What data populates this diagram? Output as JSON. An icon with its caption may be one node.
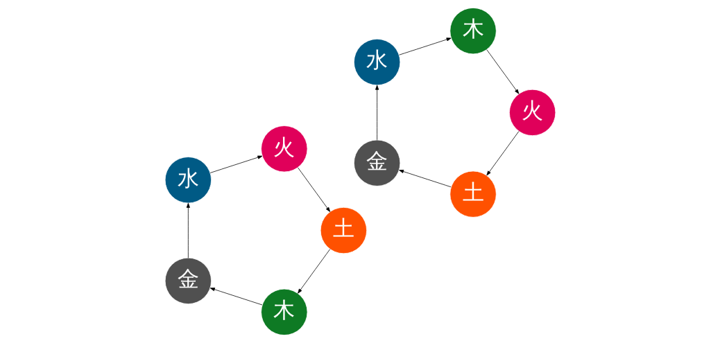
{
  "diagram": {
    "nodes": [
      {
        "text": [
          "木"
        ]
      },
      {
        "text": [
          "土"
        ]
      },
      {
        "text": [
          "金"
        ]
      },
      {
        "text": [
          "火"
        ]
      },
      {
        "text": [
          "水"
        ]
      },
      {
        "text": [
          "土"
        ]
      },
      {
        "text": [
          "火"
        ]
      },
      {
        "text": [
          "金"
        ]
      },
      {
        "text": [
          "木"
        ]
      },
      {
        "text": [
          "水"
        ]
      }
    ],
    "edges": [
      {
        "from": 0,
        "to": 2,
        "arrow": "to"
      },
      {
        "from": 2,
        "to": 4,
        "arrow": "to"
      },
      {
        "from": 4,
        "to": 3,
        "arrow": "to"
      },
      {
        "from": 3,
        "to": 1,
        "arrow": "to"
      },
      {
        "from": 1,
        "to": 0,
        "arrow": "to"
      },
      {
        "from": 5,
        "to": 7,
        "arrow": "to"
      },
      {
        "from": 7,
        "to": 9,
        "arrow": "to"
      },
      {
        "from": 9,
        "to": 8,
        "arrow": "to"
      },
      {
        "from": 8,
        "to": 6,
        "arrow": "to"
      },
      {
        "from": 6,
        "to": 5,
        "arrow": "to"
      }
    ]
  }
}
